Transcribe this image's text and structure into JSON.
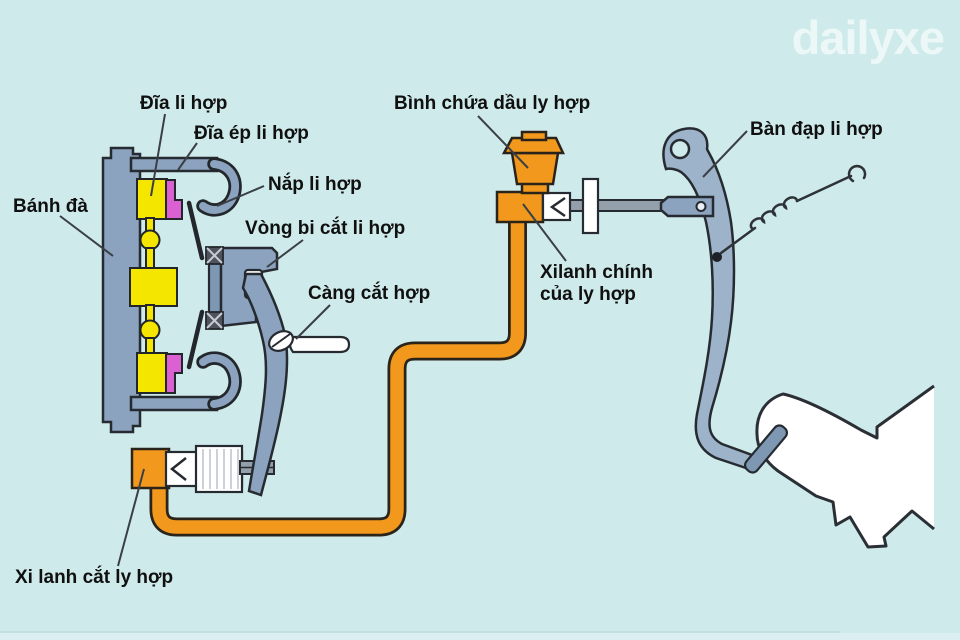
{
  "watermark": {
    "text": "dailyxe"
  },
  "labels": {
    "dia_li_hop": {
      "text": "Đĩa li hợp"
    },
    "dia_ep_li_hop": {
      "text": "Đĩa ép li hợp"
    },
    "nap_li_hop": {
      "text": "Nắp li hợp"
    },
    "banh_da": {
      "text": "Bánh đà"
    },
    "vong_bi": {
      "text": "Vòng bi cắt li hợp"
    },
    "cang_cat": {
      "text": "Càng cắt hợp"
    },
    "binh_chua": {
      "text": "Bình chứa dầu ly hợp"
    },
    "xilanh_chinh_1": {
      "text": "Xilanh chính"
    },
    "xilanh_chinh_2": {
      "text": "của ly hợp"
    },
    "ban_dap": {
      "text": "Bàn đạp li hợp"
    },
    "xi_lanh_cat": {
      "text": "Xi lanh cắt ly hợp"
    }
  },
  "palette": {
    "background": "#CFEAEA",
    "part_steel_blue": "#8BA3BE",
    "pedal_steel_light": "#9DB3C9",
    "clutch_disc_yellow": "#F5E600",
    "pressure_plate_magenta": "#DB60D2",
    "hydraulic_orange": "#F2991D",
    "outline_dark": "#262B31",
    "label_text": "#101010",
    "watermark_white": "#FFFFFF"
  }
}
